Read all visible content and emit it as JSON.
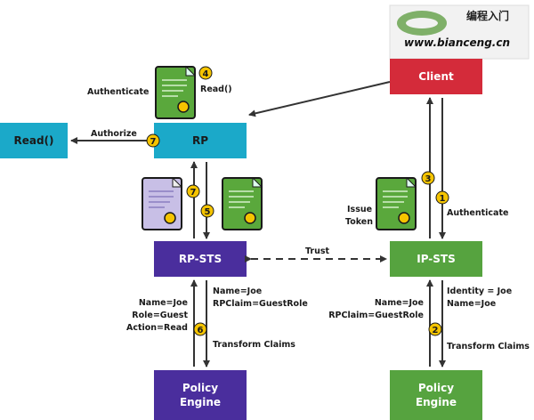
{
  "watermark": {
    "title": "编程入门",
    "url": "www.bianceng.cn"
  },
  "nodes": {
    "client": {
      "label": "Client",
      "color": "#d42b3a"
    },
    "rp": {
      "label": "RP",
      "color": "#1ba9c9"
    },
    "read": {
      "label": "Read()",
      "color": "#1ba9c9"
    },
    "rp_sts": {
      "label": "RP-STS",
      "color": "#4a2e9d"
    },
    "ip_sts": {
      "label": "IP-STS",
      "color": "#56a33f"
    },
    "policy_left": {
      "line1": "Policy",
      "line2": "Engine",
      "color": "#4a2e9d"
    },
    "policy_right": {
      "line1": "Policy",
      "line2": "Engine",
      "color": "#56a33f"
    }
  },
  "labels": {
    "authenticate_top": "Authenticate",
    "read_call": "Read()",
    "authorize": "Authorize",
    "issue": "Issue",
    "token": "Token",
    "authenticate_right": "Authenticate",
    "trust": "Trust",
    "left_claims_in": [
      "Name=Joe",
      "Role=Guest",
      "Action=Read"
    ],
    "left_claims_out": [
      "Name=Joe",
      "RPClaim=GuestRole"
    ],
    "right_claims_in": [
      "Name=Joe",
      "RPClaim=GuestRole"
    ],
    "right_claims_out": [
      "Identity = Joe",
      "Name=Joe"
    ],
    "transform_left": "Transform Claims",
    "transform_right": "Transform Claims"
  },
  "steps": [
    "1",
    "2",
    "3",
    "4",
    "5",
    "6",
    "7",
    "7"
  ],
  "colors": {
    "step_badge": "#f5c400",
    "token_green": "#5aa83c",
    "token_purple": "#c8bfe6",
    "arrow": "#333333"
  }
}
